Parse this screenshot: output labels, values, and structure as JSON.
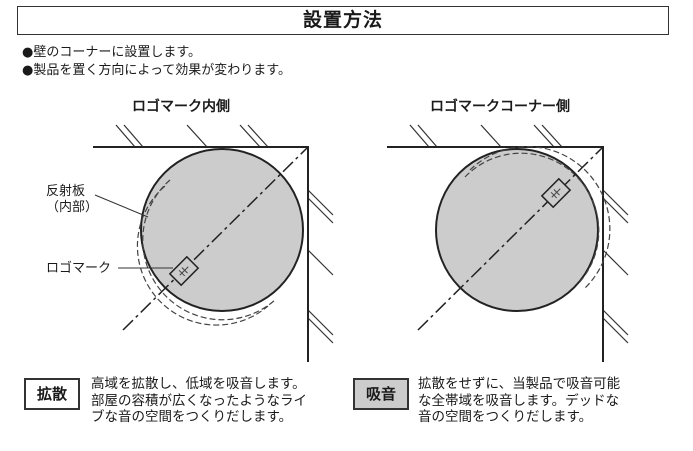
{
  "title": "設置方法",
  "bullets": [
    "●壁のコーナーに設置します。",
    "●製品を置く方向によって効果が変わります。"
  ],
  "diagrams": [
    {
      "title": "ロゴマーク内側",
      "labels": {
        "reflector_line1": "反射板",
        "reflector_line2": "（内部）",
        "logo_mark": "ロゴマーク"
      }
    },
    {
      "title": "ロゴマークコーナー側"
    }
  ],
  "legend": [
    {
      "tag": "拡散",
      "fill": "#ffffff",
      "lines": [
        "高域を拡散し、低域を吸音します。",
        "部屋の容積が広くなったようなライ",
        "ブな音の空間をつくりだします。"
      ]
    },
    {
      "tag": "吸音",
      "fill": "#cccccc",
      "lines": [
        "拡散をせずに、当製品で吸音可能",
        "な全帯域を吸音します。デッドな",
        "音の空間をつくりだします。"
      ]
    }
  ],
  "colors": {
    "circle_fill": "#cccccc",
    "stroke": "#222222"
  }
}
